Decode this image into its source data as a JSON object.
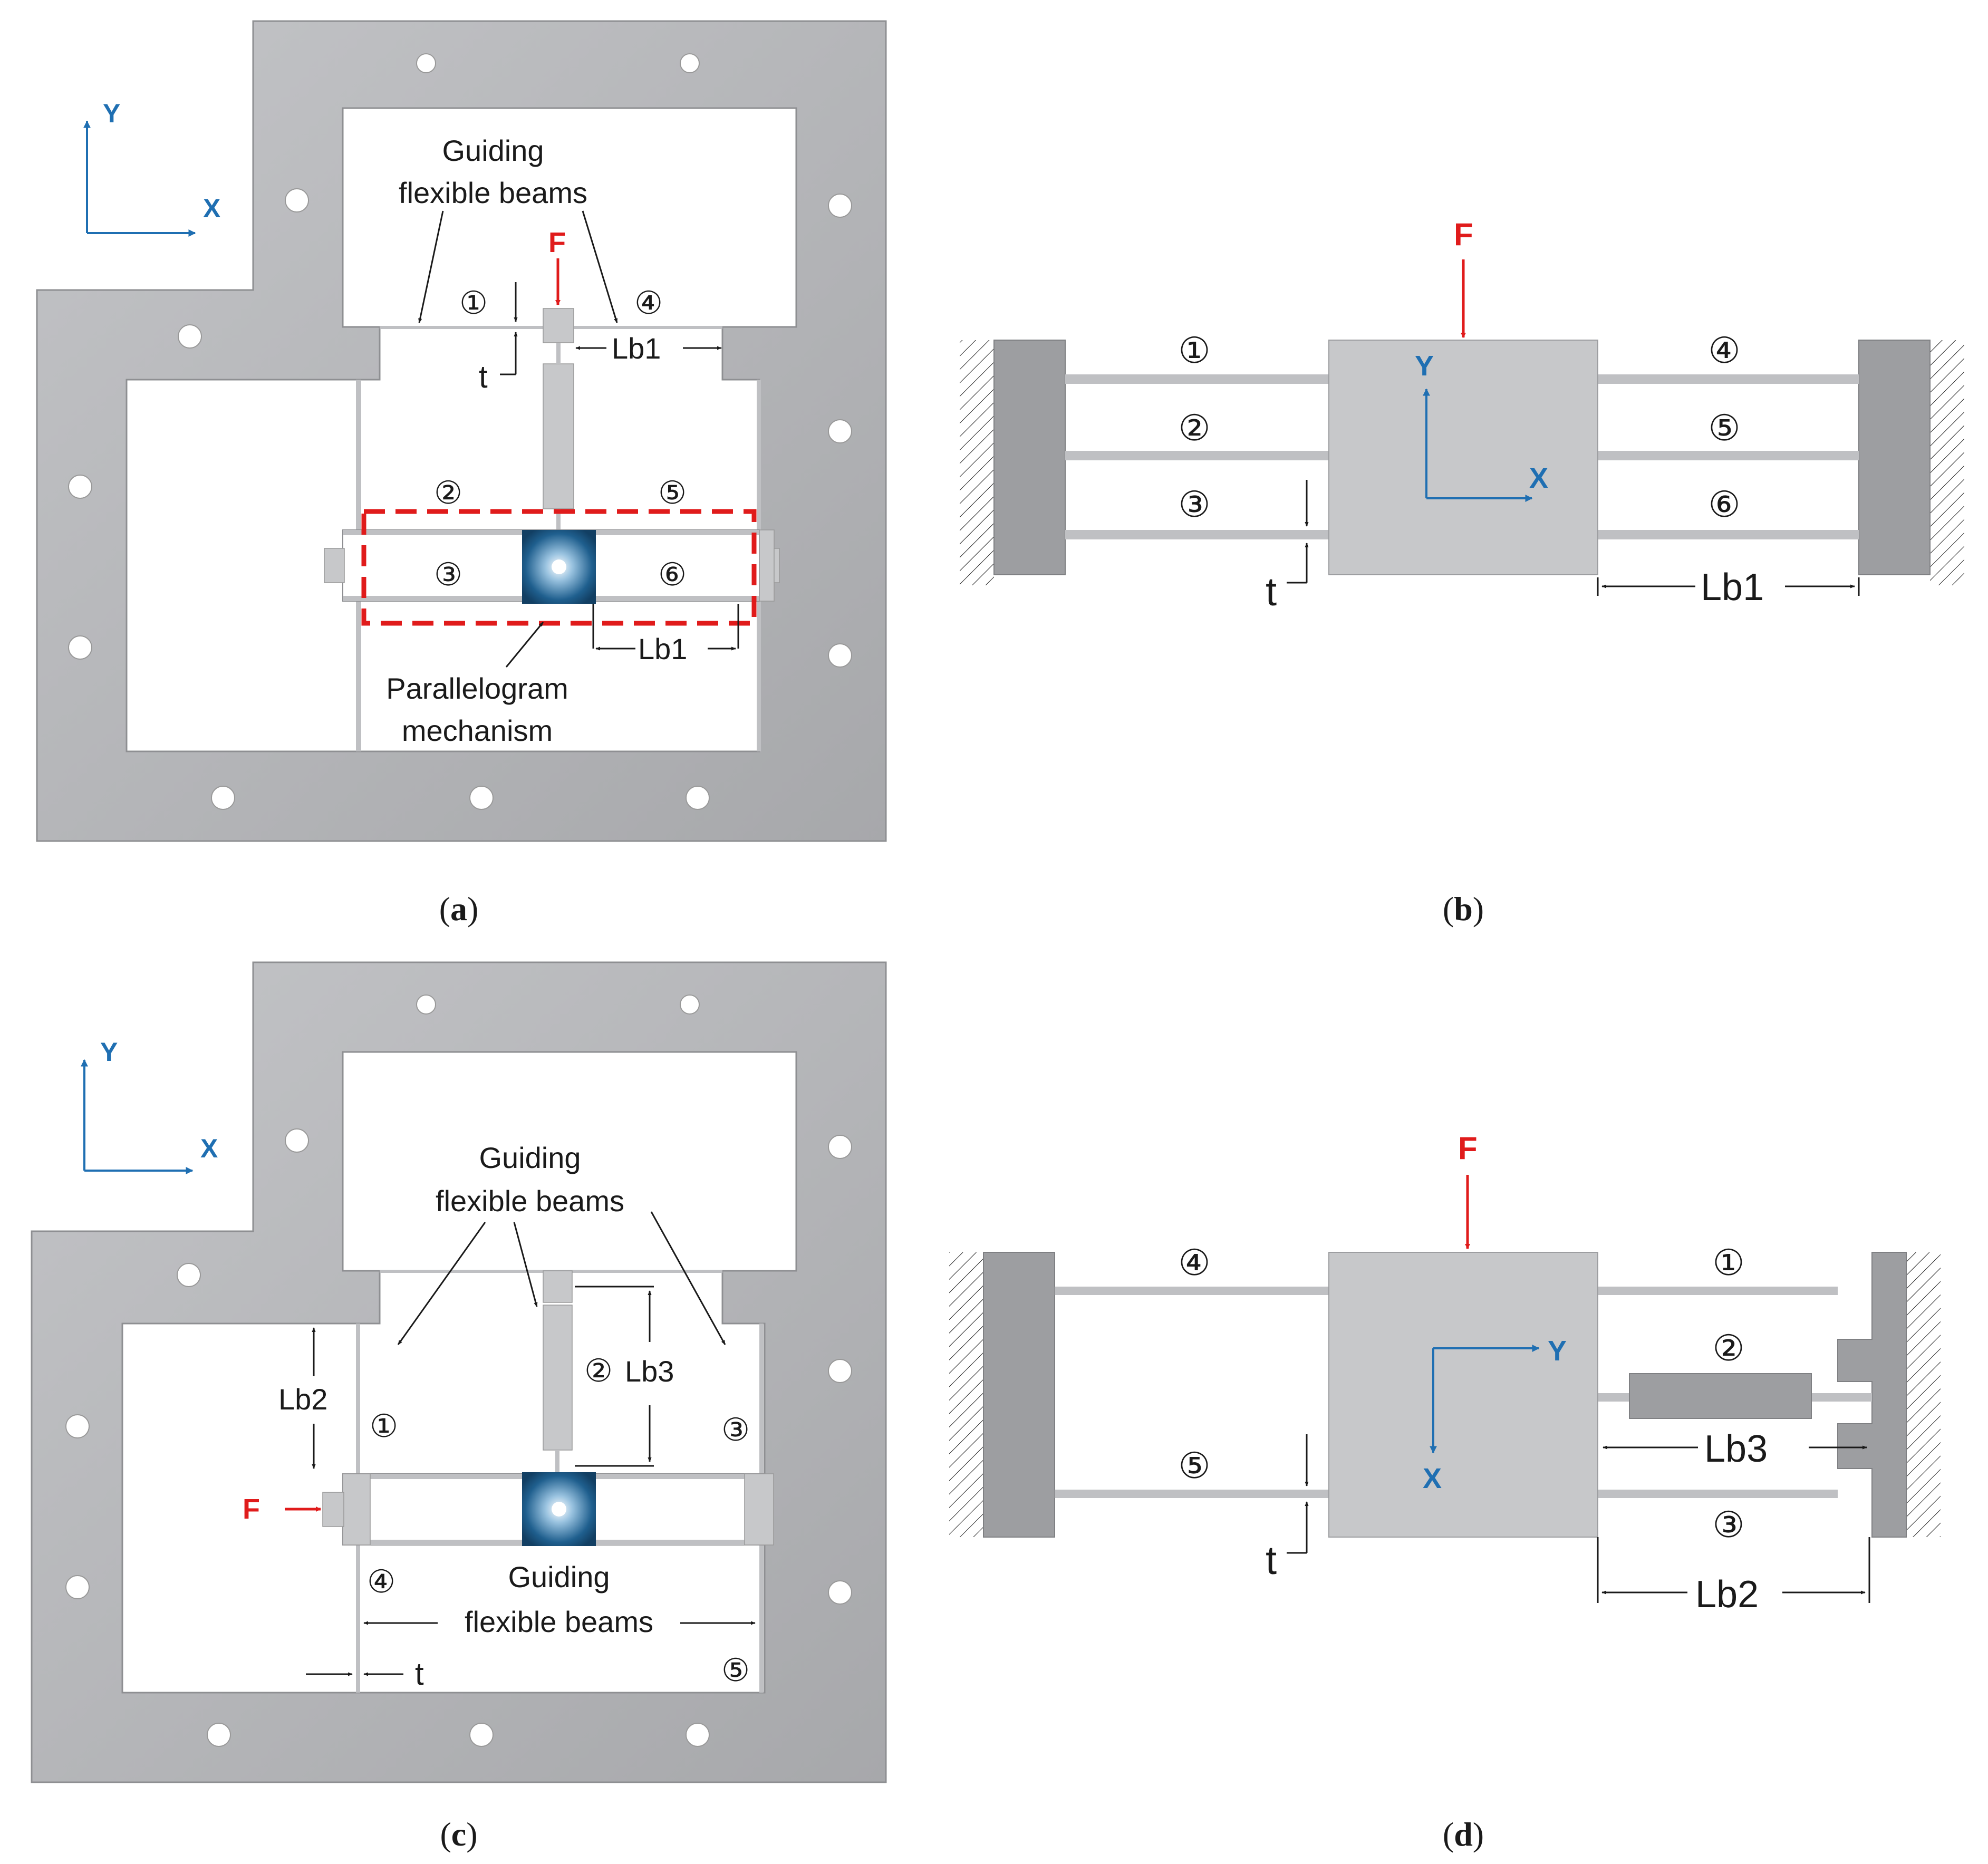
{
  "colors": {
    "frame": "#b4b5b8",
    "frame_edge": "#8e8f92",
    "beam": "#bfc0c3",
    "block": "#c7c8ca",
    "accent_blue": "#1f6fb2",
    "force_red": "#e01b1b",
    "text": "#1a1a1a"
  },
  "panels": {
    "a": {
      "label": "a",
      "axis_x": "X",
      "axis_y": "Y",
      "force": "F",
      "callout_guiding": [
        "Guiding",
        "flexible beams"
      ],
      "callout_parallelogram": [
        "Parallelogram",
        "mechanism"
      ],
      "thickness": "t",
      "length": "Lb1",
      "beams": [
        "①",
        "②",
        "③",
        "④",
        "⑤",
        "⑥"
      ]
    },
    "b": {
      "label": "b",
      "axis_x": "X",
      "axis_y": "Y",
      "force": "F",
      "thickness": "t",
      "length": "Lb1",
      "beams": [
        "①",
        "②",
        "③",
        "④",
        "⑤",
        "⑥"
      ]
    },
    "c": {
      "label": "c",
      "axis_x": "X",
      "axis_y": "Y",
      "force": "F",
      "callout_guiding_top": [
        "Guiding",
        "flexible beams"
      ],
      "callout_guiding_bottom": [
        "Guiding",
        "flexible beams"
      ],
      "thickness": "t",
      "length_b2": "Lb2",
      "length_b3": "Lb3",
      "beams": [
        "①",
        "②",
        "③",
        "④",
        "⑤"
      ]
    },
    "d": {
      "label": "d",
      "axis_x": "X",
      "axis_y": "Y",
      "force": "F",
      "thickness": "t",
      "length_b2": "Lb2",
      "length_b3": "Lb3",
      "beams": [
        "④",
        "①",
        "②",
        "⑤",
        "③"
      ]
    }
  }
}
